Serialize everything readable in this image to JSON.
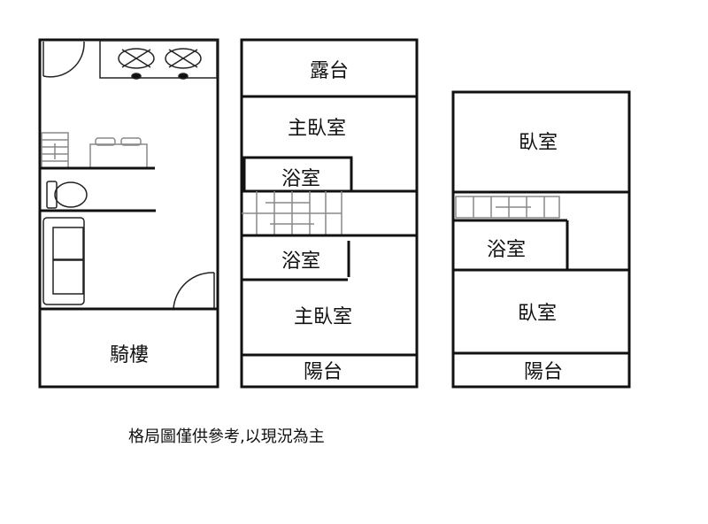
{
  "plan": {
    "floor1": {
      "arcade": "騎樓"
    },
    "floor2": {
      "terrace": "露台",
      "master_bedroom_top": "主臥室",
      "bathroom_top": "浴室",
      "bathroom_bottom": "浴室",
      "master_bedroom_bottom": "主臥室",
      "balcony": "陽台"
    },
    "floor3": {
      "bedroom_top": "臥室",
      "bathroom": "浴室",
      "bedroom_bottom": "臥室",
      "balcony": "陽台"
    }
  },
  "caption": "格局圖僅供參考,以現況為主",
  "colors": {
    "line": "#111111",
    "furniture": "#888888",
    "background": "#ffffff"
  }
}
